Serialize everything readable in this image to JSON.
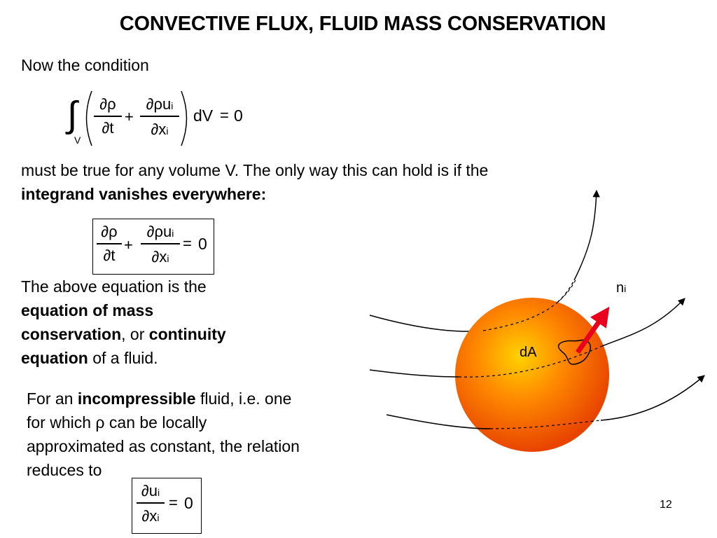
{
  "slide": {
    "title": "CONVECTIVE FLUX, FLUID MASS CONSERVATION",
    "intro": "Now the condition",
    "para1_line1": "must be true for any volume V.  The only way this can hold is if the",
    "para1_line2_bold": "integrand vanishes everywhere:",
    "above_line1": "The above equation is the",
    "above_line2_bold": "equation of mass",
    "above_line3_bold": "conservation",
    "above_line3_rest": ", or ",
    "above_line3_bold2": "continuity",
    "above_line4_bold": "equation",
    "above_line4_rest": " of a fluid.",
    "incomp_line1_pre": "For an ",
    "incomp_line1_bold": "incompressible",
    "incomp_line1_post": " fluid, i.e. one",
    "incomp_line2": "for which ρ can be locally",
    "incomp_line3": "approximated as constant, the relation",
    "incomp_line4": "reduces to",
    "page_number": "12"
  },
  "equations": {
    "integral": {
      "integral_sign": "∫",
      "lower_limit": "V",
      "t1_num": "∂ρ",
      "t1_den": "∂t",
      "plus": "+",
      "t2_num": "∂ρu",
      "t2_num_sub": "i",
      "t2_den": "∂x",
      "t2_den_sub": "i",
      "dV": "dV",
      "equals": "=",
      "rhs": "0"
    },
    "continuity": {
      "t1_num": "∂ρ",
      "t1_den": "∂t",
      "plus": "+",
      "t2_num": "∂ρu",
      "t2_num_sub": "i",
      "t2_den": "∂x",
      "t2_den_sub": "i",
      "equals": "=",
      "rhs": "0"
    },
    "incompressible": {
      "num": "∂u",
      "num_sub": "i",
      "den": "∂x",
      "den_sub": "i",
      "equals": "=",
      "rhs": "0"
    }
  },
  "figure": {
    "normal_label": "n",
    "normal_label_sub": "i",
    "area_label": "dA",
    "colors": {
      "sphere_light": "#ffd200",
      "sphere_mid": "#ff8a00",
      "sphere_dark": "#e84400",
      "arrow": "#e8001c"
    }
  }
}
